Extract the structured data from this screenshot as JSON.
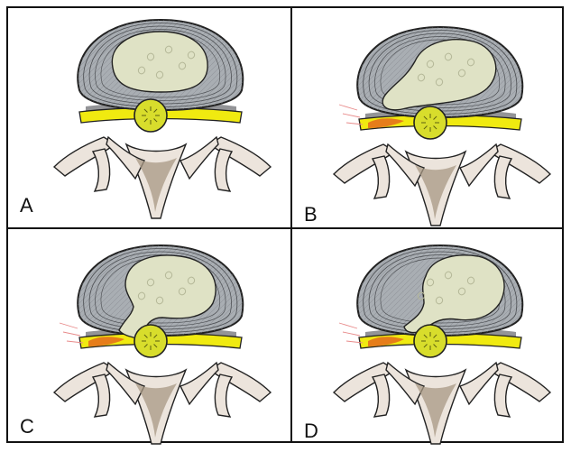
{
  "panels": [
    {
      "label": "A"
    },
    {
      "label": "B"
    },
    {
      "label": "C"
    },
    {
      "label": "D"
    }
  ],
  "colors": {
    "annulus": "#a9aeb3",
    "annulus_lines": "#2d2f33",
    "nucleus": "#dfe2c5",
    "cord": "#d8dd2c",
    "nerve_root": "#f0ea10",
    "bone": "#ece4dc",
    "bone_shadow": "#a89884",
    "inflammation": "#e46a1c",
    "outline": "#222222"
  },
  "icons": [
    "intervertebral-disc-icon",
    "spinal-cord-icon",
    "vertebra-icon",
    "herniation-icon"
  ]
}
